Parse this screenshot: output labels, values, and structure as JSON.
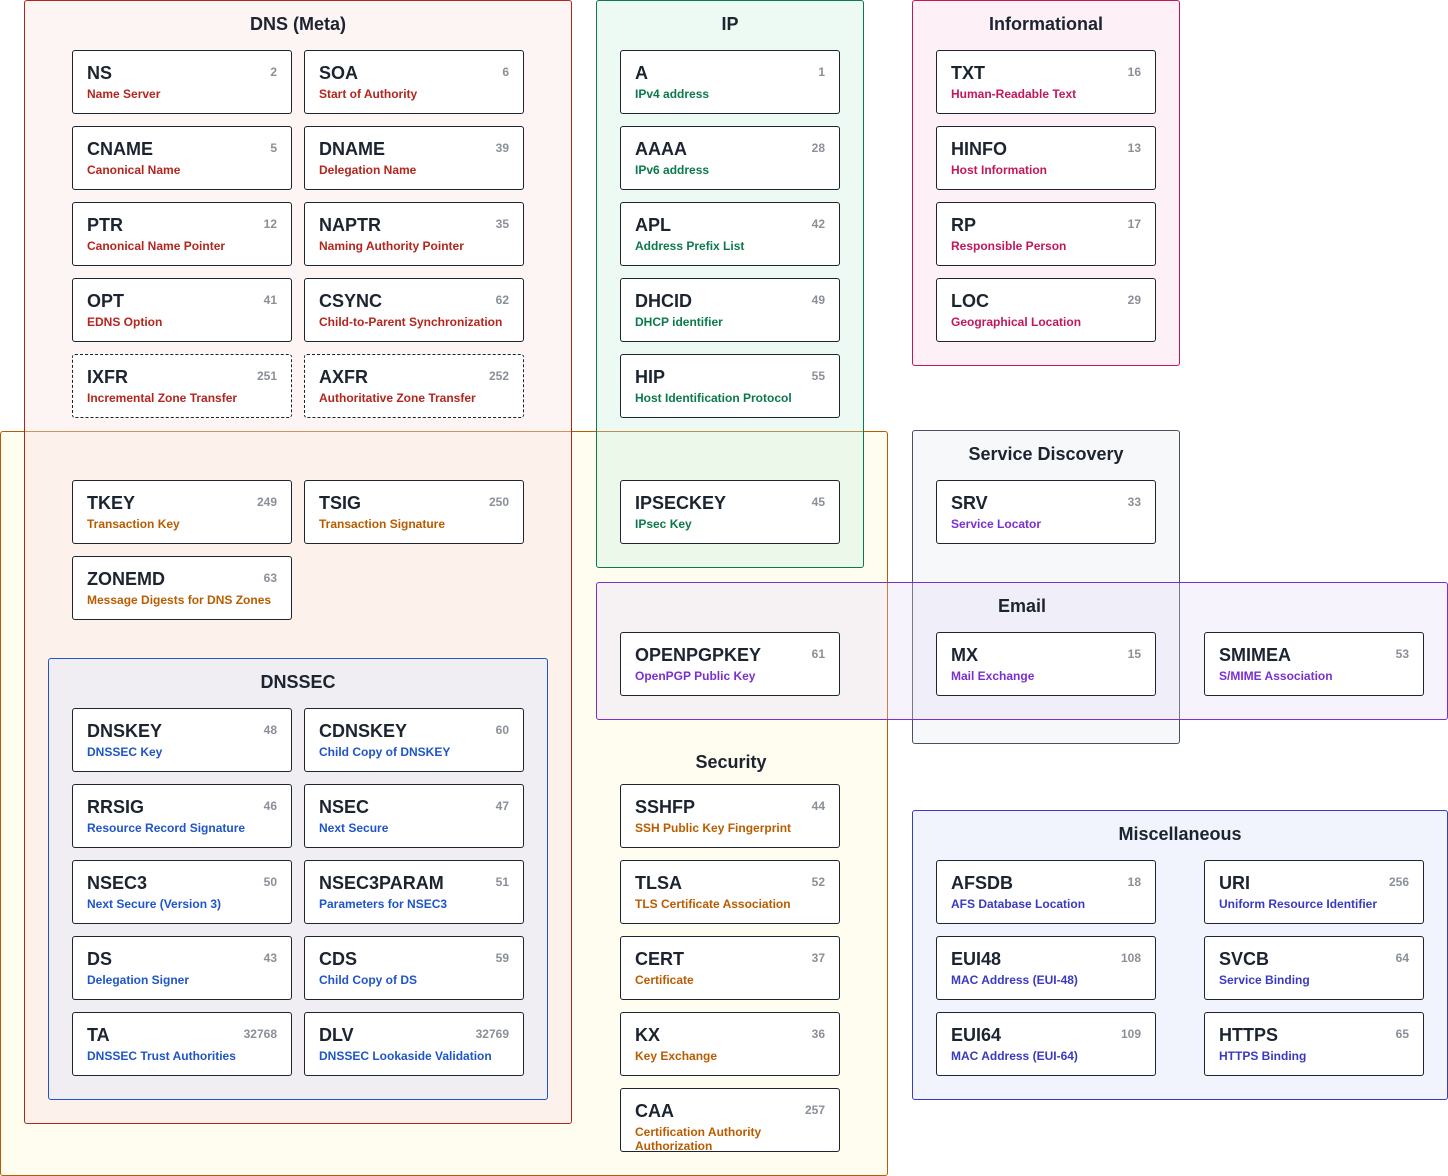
{
  "colors": {
    "meta": "#b3261e",
    "ip": "#0b7a4b",
    "info": "#c2185b",
    "security": "#b85c00",
    "dnssec": "#1f55c8",
    "service": "#7b2fd0",
    "misc": "#3a3ac0"
  },
  "groups": {
    "meta": "DNS (Meta)",
    "ip": "IP",
    "info": "Informational",
    "service": "Service Discovery",
    "email": "Email",
    "security": "Security",
    "dnssec": "DNSSEC",
    "misc": "Miscellaneous"
  },
  "cards": {
    "ns": {
      "code": "NS",
      "num": "2",
      "desc": "Name Server"
    },
    "soa": {
      "code": "SOA",
      "num": "6",
      "desc": "Start of Authority"
    },
    "cname": {
      "code": "CNAME",
      "num": "5",
      "desc": "Canonical Name"
    },
    "dname": {
      "code": "DNAME",
      "num": "39",
      "desc": "Delegation Name"
    },
    "ptr": {
      "code": "PTR",
      "num": "12",
      "desc": "Canonical Name Pointer"
    },
    "naptr": {
      "code": "NAPTR",
      "num": "35",
      "desc": "Naming Authority Pointer"
    },
    "opt": {
      "code": "OPT",
      "num": "41",
      "desc": "EDNS Option"
    },
    "csync": {
      "code": "CSYNC",
      "num": "62",
      "desc": "Child-to-Parent Synchronization"
    },
    "ixfr": {
      "code": "IXFR",
      "num": "251",
      "desc": "Incremental Zone Transfer"
    },
    "axfr": {
      "code": "AXFR",
      "num": "252",
      "desc": "Authoritative Zone Transfer"
    },
    "a": {
      "code": "A",
      "num": "1",
      "desc": "IPv4 address"
    },
    "aaaa": {
      "code": "AAAA",
      "num": "28",
      "desc": "IPv6 address"
    },
    "apl": {
      "code": "APL",
      "num": "42",
      "desc": "Address Prefix List"
    },
    "dhcid": {
      "code": "DHCID",
      "num": "49",
      "desc": "DHCP identifier"
    },
    "hip": {
      "code": "HIP",
      "num": "55",
      "desc": "Host Identification Protocol"
    },
    "ipseckey": {
      "code": "IPSECKEY",
      "num": "45",
      "desc": "IPsec Key"
    },
    "txt": {
      "code": "TXT",
      "num": "16",
      "desc": "Human-Readable Text"
    },
    "hinfo": {
      "code": "HINFO",
      "num": "13",
      "desc": "Host Information"
    },
    "rp": {
      "code": "RP",
      "num": "17",
      "desc": "Responsible Person"
    },
    "loc": {
      "code": "LOC",
      "num": "29",
      "desc": "Geographical Location"
    },
    "srv": {
      "code": "SRV",
      "num": "33",
      "desc": "Service Locator"
    },
    "openpgpkey": {
      "code": "OPENPGPKEY",
      "num": "61",
      "desc": "OpenPGP Public Key"
    },
    "mx": {
      "code": "MX",
      "num": "15",
      "desc": "Mail Exchange"
    },
    "smimea": {
      "code": "SMIMEA",
      "num": "53",
      "desc": "S/MIME Association"
    },
    "tkey": {
      "code": "TKEY",
      "num": "249",
      "desc": "Transaction Key"
    },
    "tsig": {
      "code": "TSIG",
      "num": "250",
      "desc": "Transaction Signature"
    },
    "zonemd": {
      "code": "ZONEMD",
      "num": "63",
      "desc": "Message Digests for DNS Zones"
    },
    "dnskey": {
      "code": "DNSKEY",
      "num": "48",
      "desc": "DNSSEC Key"
    },
    "cdnskey": {
      "code": "CDNSKEY",
      "num": "60",
      "desc": "Child Copy of DNSKEY"
    },
    "rrsig": {
      "code": "RRSIG",
      "num": "46",
      "desc": "Resource Record Signature"
    },
    "nsec": {
      "code": "NSEC",
      "num": "47",
      "desc": "Next Secure"
    },
    "nsec3": {
      "code": "NSEC3",
      "num": "50",
      "desc": "Next Secure (Version 3)"
    },
    "nsec3param": {
      "code": "NSEC3PARAM",
      "num": "51",
      "desc": "Parameters for NSEC3"
    },
    "ds": {
      "code": "DS",
      "num": "43",
      "desc": "Delegation Signer"
    },
    "cds": {
      "code": "CDS",
      "num": "59",
      "desc": "Child Copy of DS"
    },
    "ta": {
      "code": "TA",
      "num": "32768",
      "desc": "DNSSEC Trust Authorities"
    },
    "dlv": {
      "code": "DLV",
      "num": "32769",
      "desc": "DNSSEC Lookaside Validation"
    },
    "sshfp": {
      "code": "SSHFP",
      "num": "44",
      "desc": "SSH Public Key Fingerprint"
    },
    "tlsa": {
      "code": "TLSA",
      "num": "52",
      "desc": "TLS Certificate Association"
    },
    "cert": {
      "code": "CERT",
      "num": "37",
      "desc": "Certificate"
    },
    "kx": {
      "code": "KX",
      "num": "36",
      "desc": "Key Exchange"
    },
    "caa": {
      "code": "CAA",
      "num": "257",
      "desc": "Certification Authority Authorization"
    },
    "afsdb": {
      "code": "AFSDB",
      "num": "18",
      "desc": "AFS Database Location"
    },
    "uri": {
      "code": "URI",
      "num": "256",
      "desc": "Uniform Resource Identifier"
    },
    "eui48": {
      "code": "EUI48",
      "num": "108",
      "desc": "MAC Address (EUI-48)"
    },
    "svcb": {
      "code": "SVCB",
      "num": "64",
      "desc": "Service Binding"
    },
    "eui64": {
      "code": "EUI64",
      "num": "109",
      "desc": "MAC Address (EUI-64)"
    },
    "https": {
      "code": "HTTPS",
      "num": "65",
      "desc": "HTTPS Binding"
    }
  }
}
